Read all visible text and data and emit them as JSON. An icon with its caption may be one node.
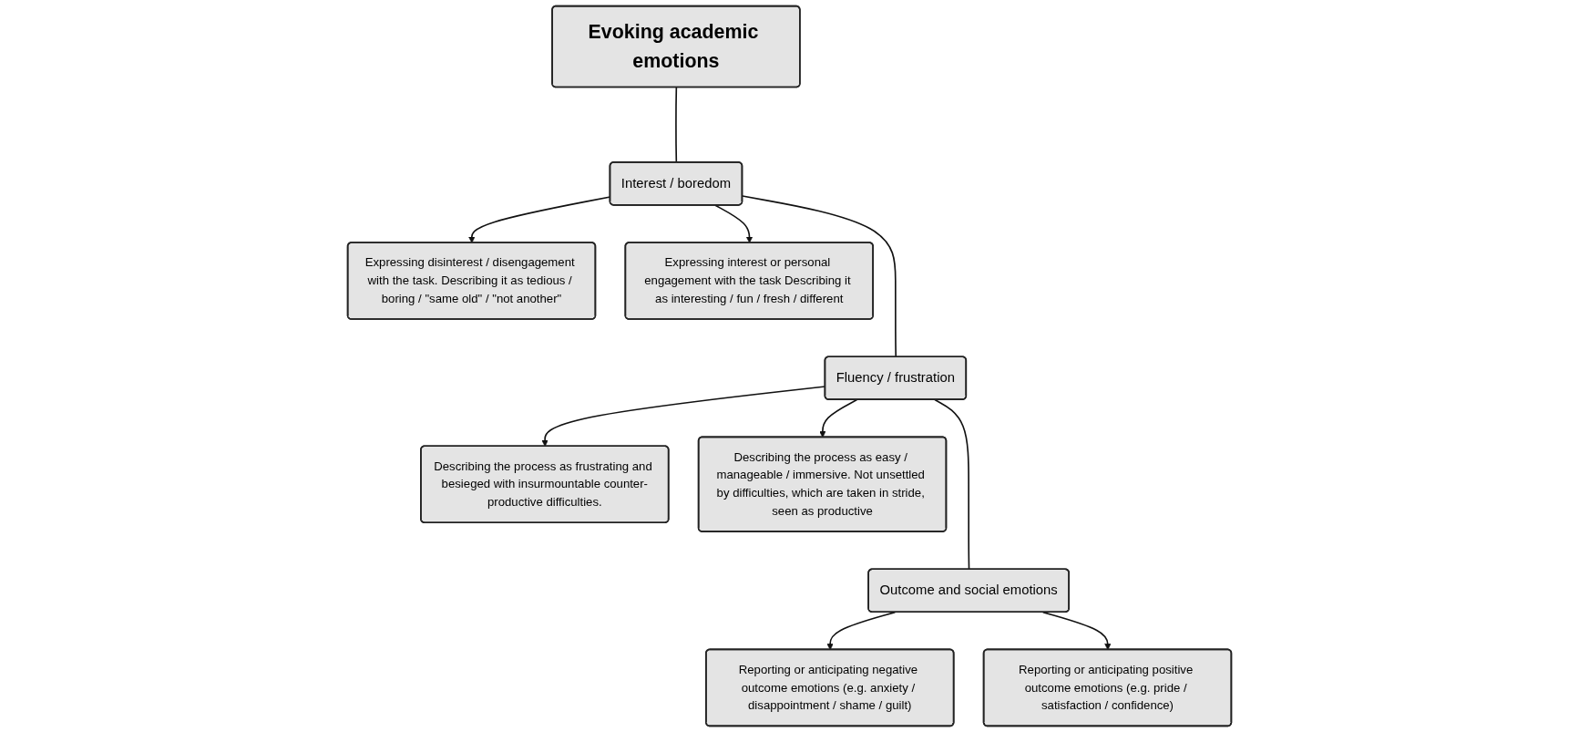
{
  "diagram": {
    "nodes": [
      {
        "text": [
          "Evoking academic emotions"
        ]
      },
      {
        "text": [
          "Expressing disinterest / disengagement with the task. Describing it as tedious / boring / \"same old\" / \"not another\""
        ]
      },
      {
        "text": [
          "Interest / boredom"
        ]
      },
      {
        "text": [
          "Expressing interest or personal engagement with the task Describing it as interesting / fun / fresh / different"
        ]
      },
      {
        "text": [
          "Describing the process as frustrating and besieged with insurmountable counter-productive difficulties."
        ]
      },
      {
        "text": [
          "Fluency / frustration"
        ]
      },
      {
        "text": [
          "Describing the process as easy / manageable / immersive. Not unsettled by difficulties, which are taken in stride, seen as productive"
        ]
      },
      {
        "text": [
          "Reporting or anticipating negative outcome emotions (e.g. anxiety / disappointment / shame / guilt)"
        ]
      },
      {
        "text": [
          "Outcome and social emotions"
        ]
      },
      {
        "text": [
          "Reporting or anticipating positive outcome emotions (e.g. pride / satisfaction / confidence)"
        ]
      }
    ],
    "edges": [
      {
        "from": 0,
        "to": 2,
        "arrow": "none"
      },
      {
        "from": 2,
        "to": 1,
        "arrow": "to"
      },
      {
        "from": 2,
        "to": 3,
        "arrow": "to"
      },
      {
        "from": 2,
        "to": 5,
        "arrow": "none"
      },
      {
        "from": 5,
        "to": 4,
        "arrow": "to"
      },
      {
        "from": 5,
        "to": 6,
        "arrow": "to"
      },
      {
        "from": 5,
        "to": 8,
        "arrow": "none"
      },
      {
        "from": 8,
        "to": 7,
        "arrow": "to"
      },
      {
        "from": 8,
        "to": 9,
        "arrow": "to"
      }
    ]
  }
}
